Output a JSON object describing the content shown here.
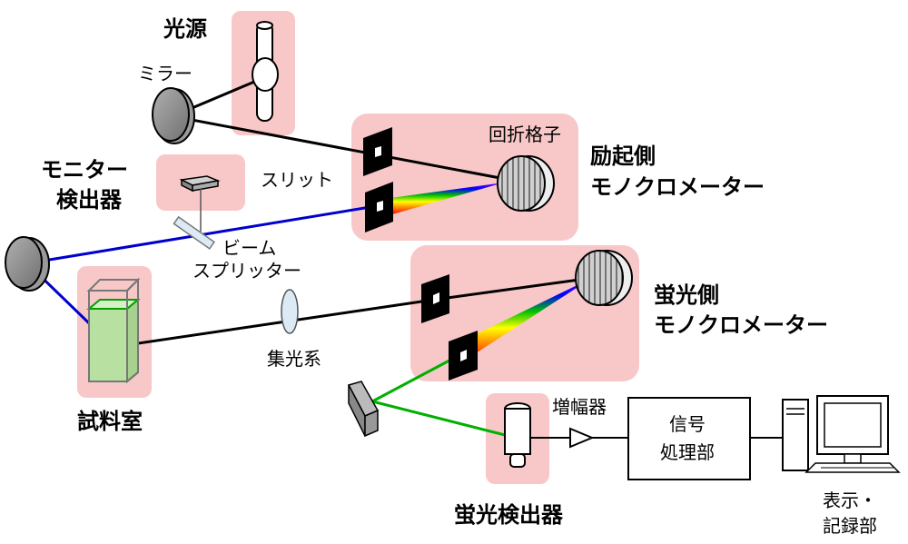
{
  "labels": {
    "light_source": "光源",
    "mirror": "ミラー",
    "monitor_detector": [
      "モニター",
      "検出器"
    ],
    "slit": "スリット",
    "grating": "回折格子",
    "excitation_mono": [
      "励起側",
      "モノクロメーター"
    ],
    "beam_splitter": [
      "ビーム",
      "スプリッター"
    ],
    "emission_mono": [
      "蛍光側",
      "モノクロメーター"
    ],
    "collection": "集光系",
    "sample_chamber": "試料室",
    "amplifier": "増幅器",
    "signal_processing": [
      "信号",
      "処理部"
    ],
    "display": [
      "表示・",
      "記録部"
    ],
    "fluorescence_detector": "蛍光検出器"
  },
  "colors": {
    "highlight": "#f8c8c8",
    "excitation_beam": "#0000cc",
    "emission_beam": "#000000",
    "detector_beam": "#00b000",
    "sample_liquid": "#b8e0a0",
    "lens": "#dceaf5",
    "mirror": "#909090"
  }
}
